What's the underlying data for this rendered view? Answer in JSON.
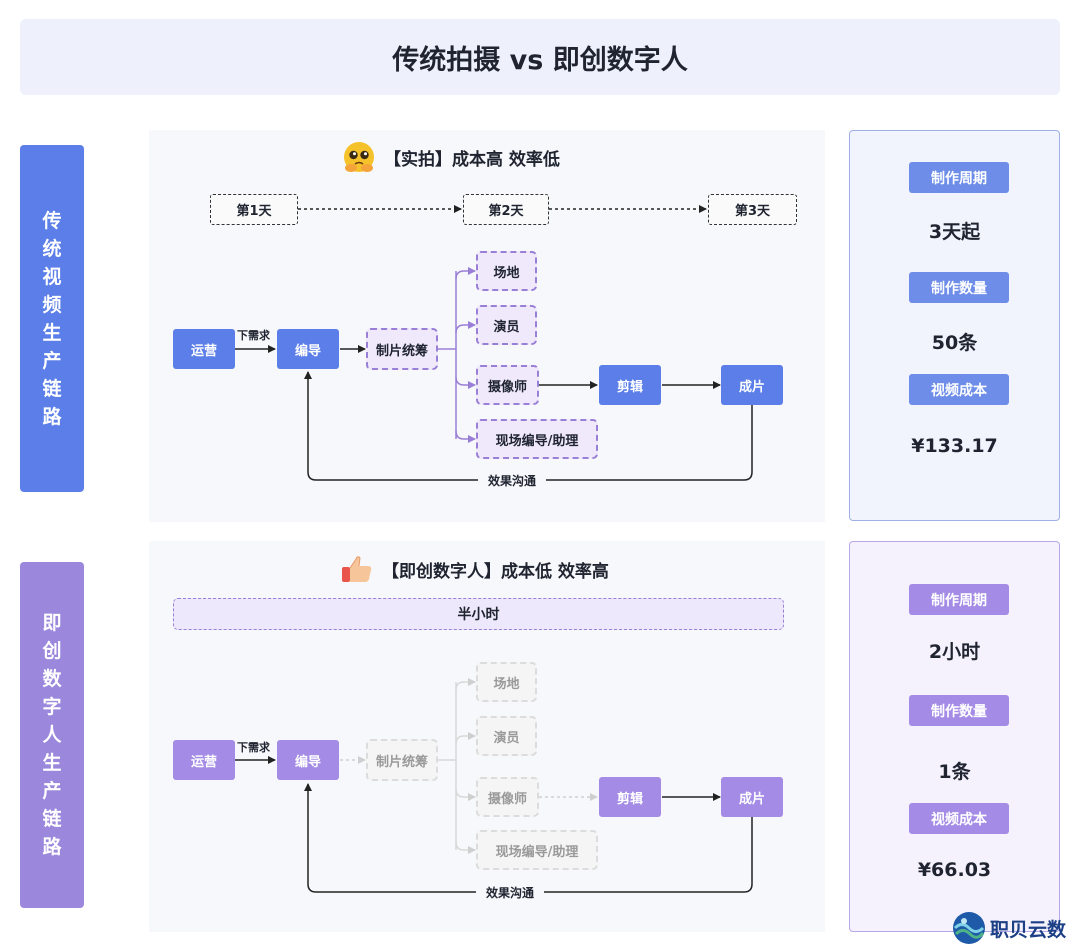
{
  "title": "传统拍摄 vs 即创数字人",
  "section1": {
    "side_label": "传统视频生产链路",
    "panel_title": "【实拍】成本高  效率低",
    "panel_icon": "pleading-face-icon",
    "days": [
      "第1天",
      "第2天",
      "第3天"
    ],
    "nodes": {
      "ops": "运营",
      "demand": "下需求",
      "director": "编导",
      "producer": "制片统筹",
      "venue": "场地",
      "actor": "演员",
      "camera": "摄像师",
      "onsite": "现场编导/助理",
      "edit": "剪辑",
      "final": "成片",
      "feedback": "效果沟通"
    },
    "stats": [
      {
        "label": "制作周期",
        "value": "3天起"
      },
      {
        "label": "制作数量",
        "value": "50条"
      },
      {
        "label": "视频成本",
        "value": "¥133.17"
      }
    ]
  },
  "section2": {
    "side_label": "即创数字人生产链路",
    "panel_title": "【即创数字人】成本低  效率高",
    "panel_icon": "thumbs-up-icon",
    "timeline": "半小时",
    "nodes": {
      "ops": "运营",
      "demand": "下需求",
      "director": "编导",
      "producer": "制片统筹",
      "venue": "场地",
      "actor": "演员",
      "camera": "摄像师",
      "onsite": "现场编导/助理",
      "edit": "剪辑",
      "final": "成片",
      "feedback": "效果沟通"
    },
    "stats": [
      {
        "label": "制作周期",
        "value": "2小时"
      },
      {
        "label": "制作数量",
        "value": "1条"
      },
      {
        "label": "视频成本",
        "value": "¥66.03"
      }
    ]
  },
  "brand": {
    "name": "职贝云数",
    "icon": "brand-logo-icon"
  },
  "colors": {
    "blue": "#5b7ee8",
    "purple": "#a48ce6",
    "dashed_purple": "#9a7fd6"
  }
}
